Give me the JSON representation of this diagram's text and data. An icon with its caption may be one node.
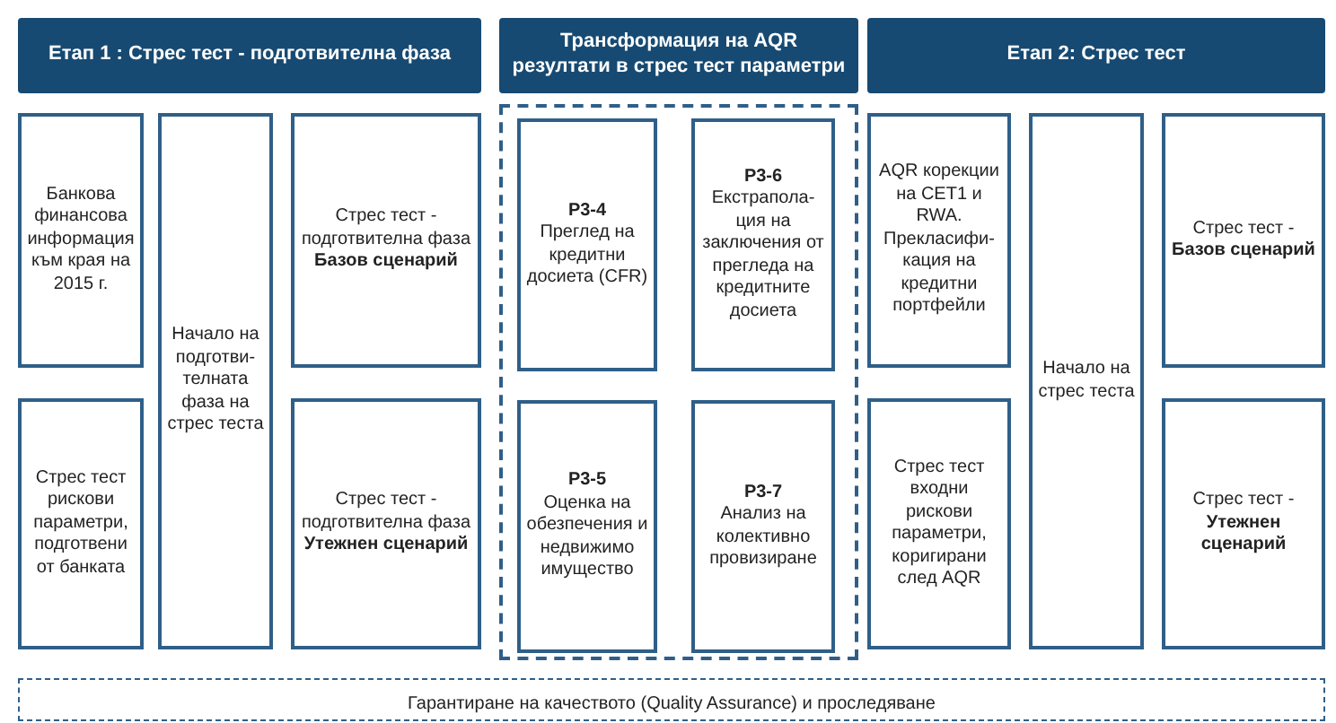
{
  "diagram": {
    "nodes": [
      {
        "text": [
          "Етап 1 : Стрес тест - подготвителна фаза"
        ]
      },
      {
        "text": [
          "Банкова финансова информация към края на 2015 г."
        ]
      },
      {
        "text": [
          "Начало на подготви-телната фаза на стрес теста"
        ]
      },
      {
        "text": [
          "Стрес тест - подготвителна фаза",
          "Базов сценарий"
        ]
      },
      {
        "text": [
          "Стрес тест рискови параметри, подготвени от банката"
        ]
      },
      {
        "text": [
          "Стрес тест - подготвителна фаза",
          "Утежнен сценарий"
        ]
      },
      {
        "text": [
          "Трансформация на AQR резултати в стрес тест параметри"
        ]
      },
      {
        "text": [],
        "shape": "box"
      },
      {
        "text": [
          "P3-4",
          "Преглед на кредитни досиета (CFR)"
        ],
        "in": 7
      },
      {
        "text": [
          "P3-6",
          "Екстрапола-ция на заключения от прегледа на кредитните досиета"
        ],
        "in": 7
      },
      {
        "text": [
          "P3-5",
          "Оценка на обезпечения и недвижимо имущество"
        ],
        "in": 7
      },
      {
        "text": [
          "P3-7",
          "Анализ на колективно провизиране"
        ],
        "in": 7
      },
      {
        "text": [
          "Етап 2: Стрес тест"
        ]
      },
      {
        "text": [
          "AQR корекции на CET1 и RWA. Прекласифи-кация на кредитни портфейли"
        ]
      },
      {
        "text": [
          "Начало на стрес теста"
        ]
      },
      {
        "text": [
          "Стрес тест -",
          "Базов сценарий"
        ]
      },
      {
        "text": [
          "Стрес тест входни рискови параметри, коригирани след AQR"
        ]
      },
      {
        "text": [
          "Стрес тест -",
          "Утежнен сценарий"
        ]
      },
      {
        "text": [
          "Гарантиране на качеството (Quality Assurance) и проследяване"
        ]
      }
    ]
  }
}
